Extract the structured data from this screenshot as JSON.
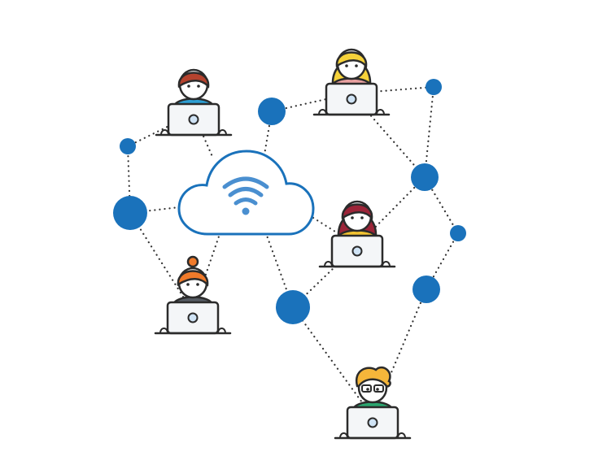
{
  "colors": {
    "node": "#1a72bb",
    "cloud_stroke": "#1a72bb",
    "wifi": "#4a8fd0",
    "outline": "#2b2b2b",
    "laptop_fill": "#f4f6f8",
    "laptop_logo": "#cfe3f5",
    "skin": "#ffffff"
  },
  "icons": {
    "cloud": "cloud-wifi-icon",
    "user": "user-at-laptop-icon",
    "node": "network-node-icon"
  },
  "people": [
    {
      "id": "user-1",
      "hair": "#b5432e",
      "hair_style": "short",
      "shirt": "#2d9fd4"
    },
    {
      "id": "user-2",
      "hair": "#f6d23a",
      "hair_style": "long",
      "shirt": "#e8a0a0"
    },
    {
      "id": "user-3",
      "hair": "#9c2438",
      "hair_style": "long",
      "shirt": "#f1c232"
    },
    {
      "id": "user-4",
      "hair": "#f07a2a",
      "hair_style": "bun",
      "shirt": "#555b63"
    },
    {
      "id": "user-5",
      "hair": "#f5b63a",
      "hair_style": "spiky",
      "shirt": "#2aa66f",
      "glasses": true
    }
  ]
}
